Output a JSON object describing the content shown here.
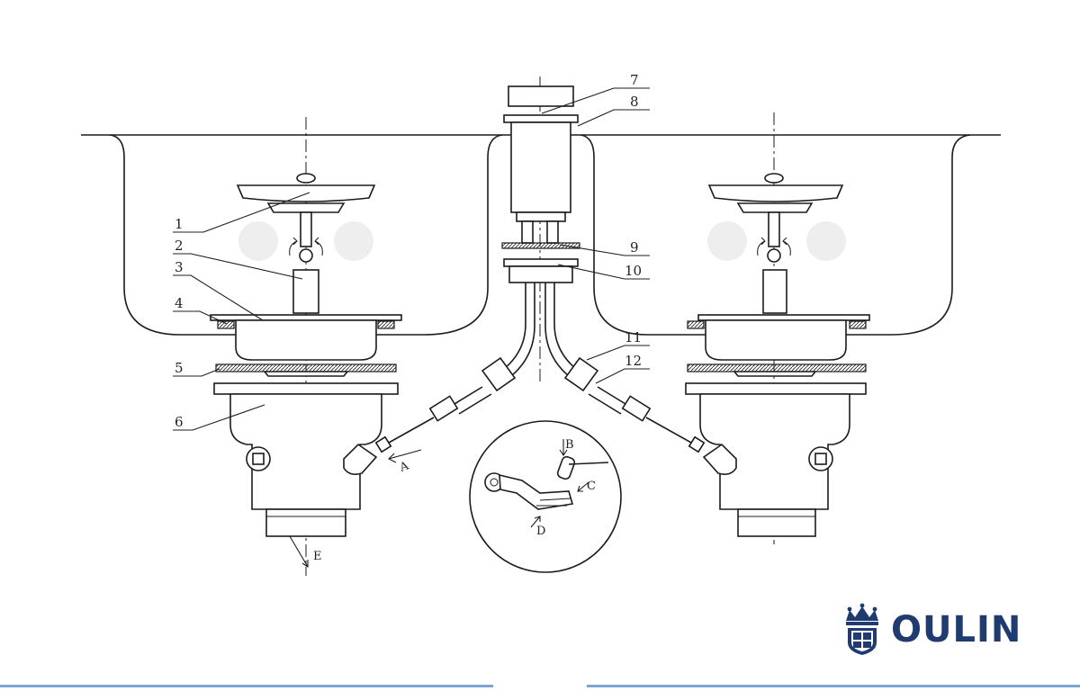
{
  "diagram": {
    "part_numbers": [
      "1",
      "2",
      "3",
      "4",
      "5",
      "6",
      "7",
      "8",
      "9",
      "10",
      "11",
      "12"
    ],
    "detail_letters": [
      "A",
      "B",
      "C",
      "D",
      "E"
    ]
  },
  "logo": {
    "brand_text": "OULIN",
    "brand_color": "#1f3b70"
  },
  "colors": {
    "line": "#1c1c1c",
    "background": "#ffffff",
    "accent_bar": "#7aa6cf"
  }
}
